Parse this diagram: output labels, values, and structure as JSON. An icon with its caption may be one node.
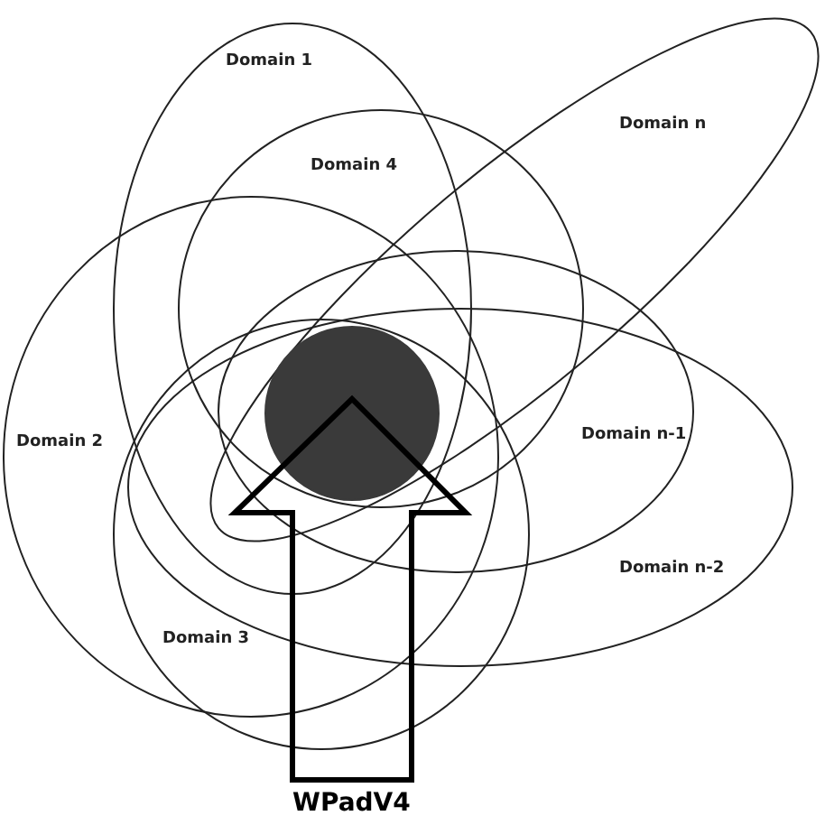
{
  "diagram": {
    "nodes": [
      {
        "text": [
          "Domain 1"
        ]
      },
      {
        "text": [
          "Domain 4"
        ]
      },
      {
        "text": [
          "Domain n"
        ]
      },
      {
        "text": [
          "Domain 2"
        ]
      },
      {
        "text": [],
        "shape": "circle"
      },
      {
        "text": [
          "Domain n-1"
        ]
      },
      {
        "text": [
          "Domain n-2"
        ]
      },
      {
        "text": [
          "Domain 3"
        ]
      },
      {
        "text": [
          "WPadV4"
        ]
      }
    ],
    "edges": [
      {
        "from": 8,
        "to": 4,
        "arrow": "to",
        "style": "thick"
      }
    ]
  }
}
